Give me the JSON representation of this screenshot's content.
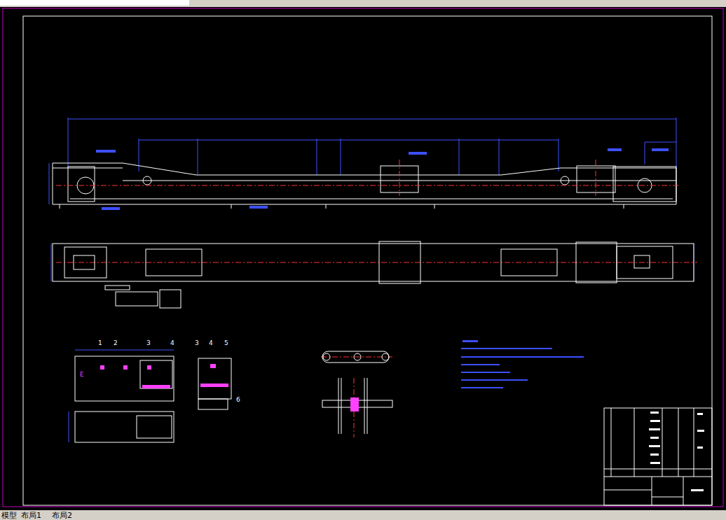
{
  "diagram": {
    "labels": [
      "1",
      "2",
      "3",
      "4",
      "3",
      "4",
      "5",
      "6",
      "E",
      "模型",
      "布局1",
      "布局2"
    ]
  }
}
